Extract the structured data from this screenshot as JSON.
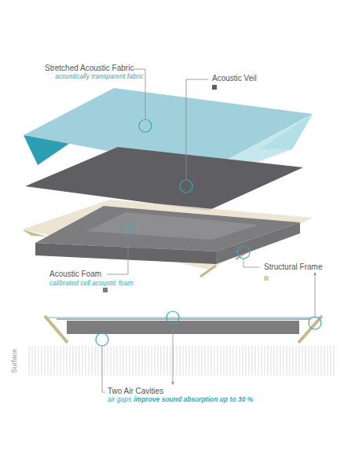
{
  "diagram": {
    "labels": [
      "Stretched Acoustic Fabric",
      "acoustically transparent fabric",
      "Acoustic Veil",
      "Acoustic Foam",
      "calibrated cell acoustic foam",
      "Structural Frame",
      "Surface",
      "Two Air Cavities",
      "air gaps",
      "improve sound absorption up to 30 %"
    ]
  }
}
